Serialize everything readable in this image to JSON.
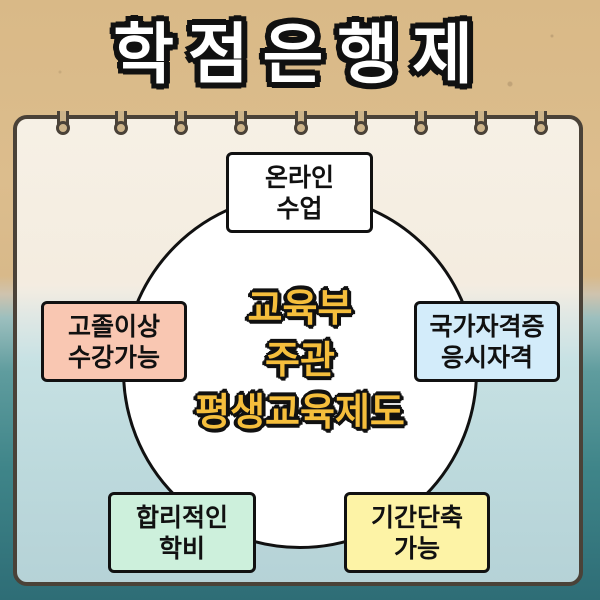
{
  "title": "학점은행제",
  "center": {
    "lines": [
      "교육부",
      "주관",
      "평생교육제도"
    ],
    "color": "#f5be3c"
  },
  "features": [
    {
      "id": "online",
      "lines": [
        "온라인",
        "수업"
      ],
      "color": "#ffffff"
    },
    {
      "id": "high-school",
      "lines": [
        "고졸이상",
        "수강가능"
      ],
      "color": "#f9c7b2"
    },
    {
      "id": "certificate",
      "lines": [
        "국가자격증",
        "응시자격"
      ],
      "color": "#d3ecfa"
    },
    {
      "id": "tuition",
      "lines": [
        "합리적인",
        "학비"
      ],
      "color": "#cdf0dc"
    },
    {
      "id": "shorten",
      "lines": [
        "기간단축",
        "가능"
      ],
      "color": "#fdf3a6"
    }
  ],
  "notebook": {
    "ring_count": 9
  }
}
